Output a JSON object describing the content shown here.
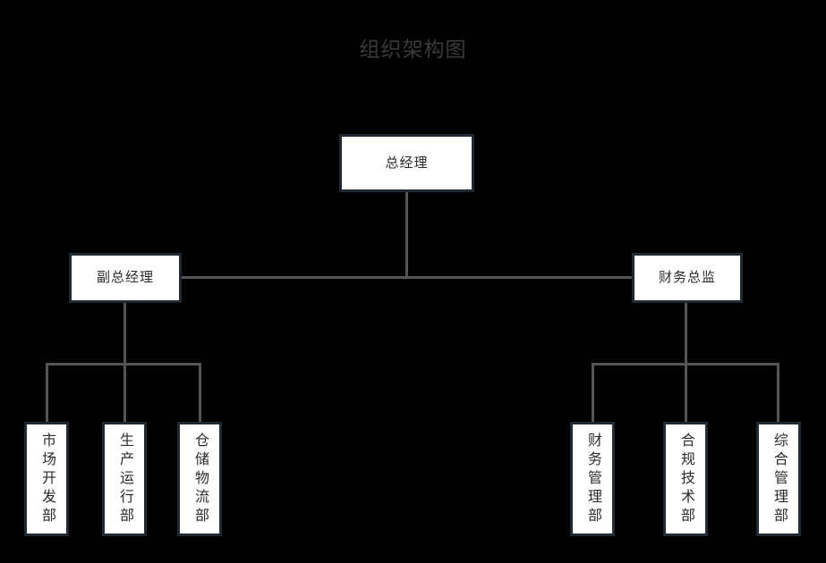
{
  "page": {
    "title": "组织架构图",
    "background_color": "#000000",
    "title_color": "#3a3a3a",
    "box_fill_color": "#ffffff",
    "box_border_color": "#1f2933",
    "connector_color": "#555555",
    "box_text_color": "#2b2b2b"
  },
  "org_chart": {
    "root": {
      "id": "general-manager",
      "label": "总经理"
    },
    "level2": [
      {
        "id": "deputy-general-manager",
        "label": "副总经理"
      },
      {
        "id": "financial-director",
        "label": "财务总监"
      }
    ],
    "level3_left": [
      {
        "id": "market-development-dept",
        "label": "市场开发部"
      },
      {
        "id": "production-operations-dept",
        "label": "生产运行部"
      },
      {
        "id": "warehouse-logistics-dept",
        "label": "仓储物流部"
      }
    ],
    "level3_right": [
      {
        "id": "financial-management-dept",
        "label": "财务管理部"
      },
      {
        "id": "compliance-technology-dept",
        "label": "合规技术部"
      },
      {
        "id": "general-affairs-dept",
        "label": "综合管理部"
      }
    ]
  }
}
